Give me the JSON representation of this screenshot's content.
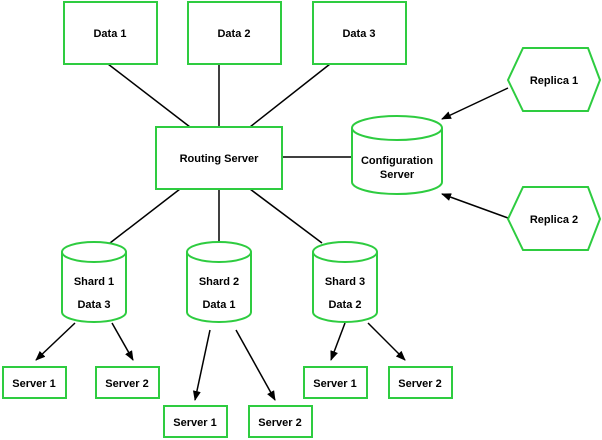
{
  "colors": {
    "node_border": "#2ecc40",
    "node_fill": "#ffffff",
    "edge": "#000000",
    "text": "#000000"
  },
  "nodes": {
    "data1": "Data 1",
    "data2": "Data 2",
    "data3": "Data 3",
    "routing_server": "Routing Server",
    "config_server_line1": "Configuration",
    "config_server_line2": "Server",
    "replica1": "Replica 1",
    "replica2": "Replica 2",
    "shard1": "Shard 1",
    "shard1_data": "Data 3",
    "shard2": "Shard 2",
    "shard2_data": "Data 1",
    "shard3": "Shard 3",
    "shard3_data": "Data 2",
    "shard1_server1": "Server 1",
    "shard1_server2": "Server 2",
    "shard2_server1": "Server 1",
    "shard2_server2": "Server 2",
    "shard3_server1": "Server 1",
    "shard3_server2": "Server 2"
  }
}
